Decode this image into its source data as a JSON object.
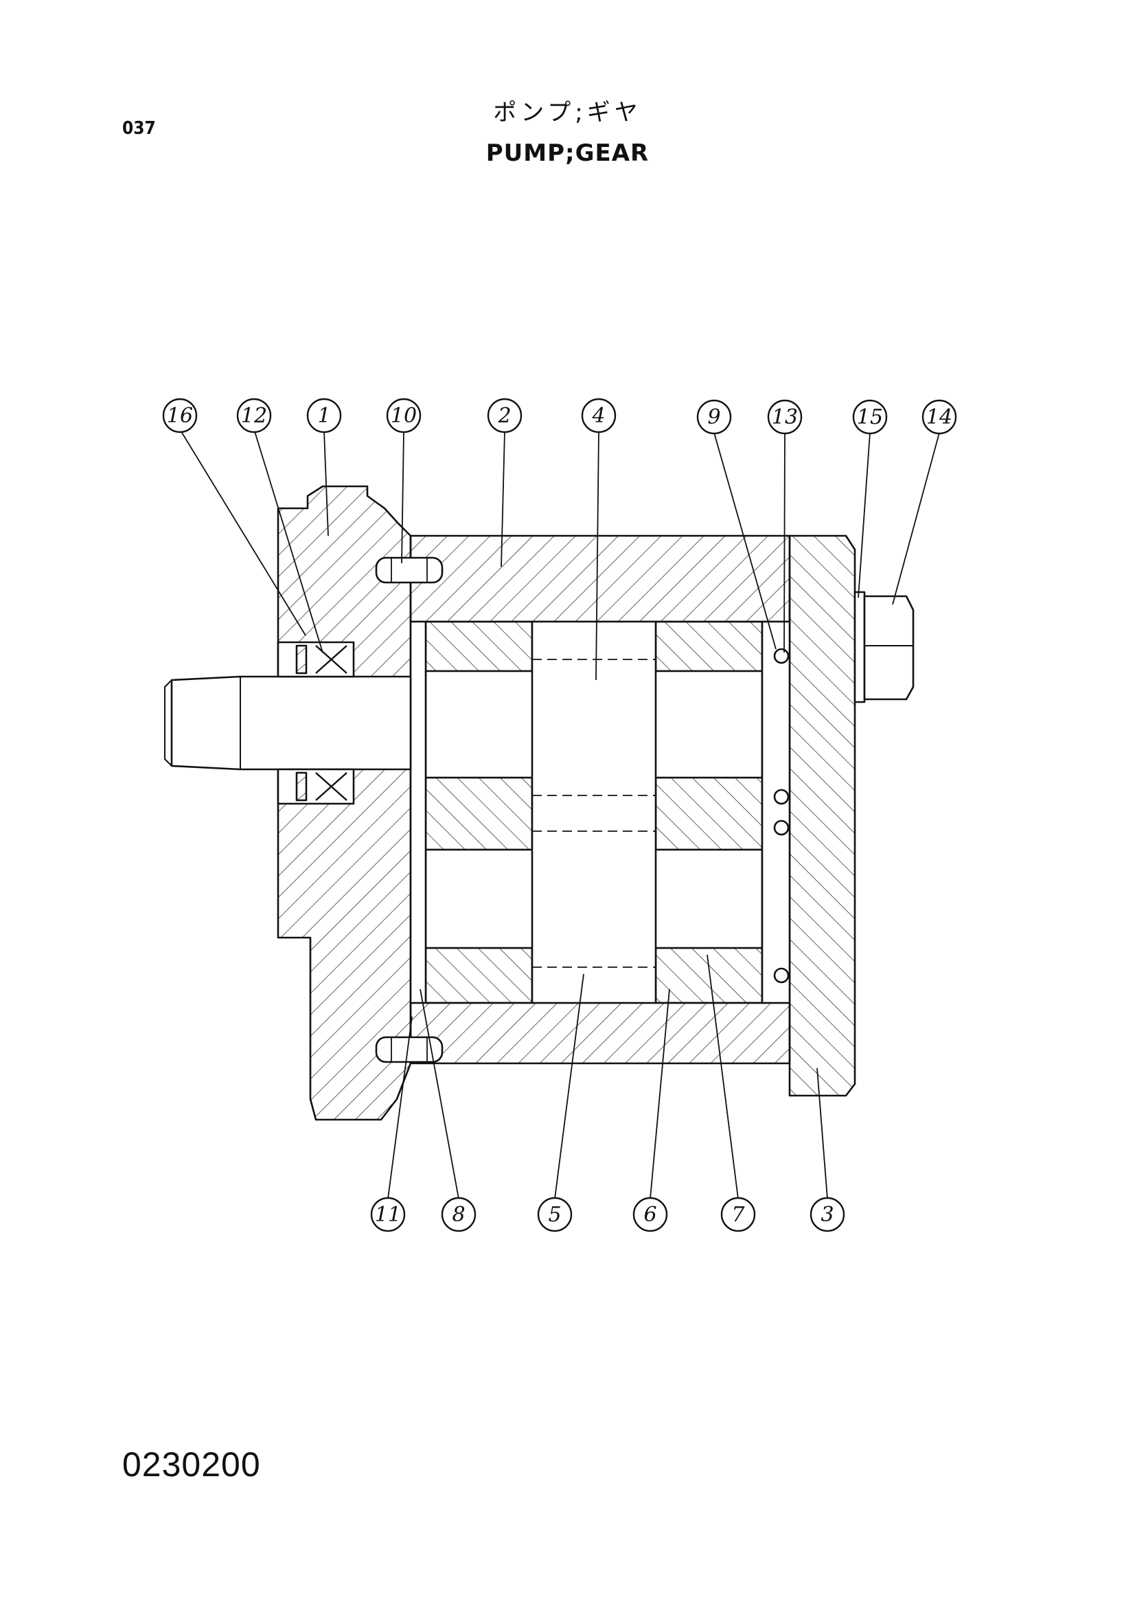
{
  "header": {
    "page_number": "037",
    "title_jp": "ポンプ;ギヤ",
    "title_en": "PUMP;GEAR"
  },
  "footer": {
    "drawing_code": "0230200"
  },
  "callouts": [
    {
      "label": "16"
    },
    {
      "label": "12"
    },
    {
      "label": "1"
    },
    {
      "label": "10"
    },
    {
      "label": "2"
    },
    {
      "label": "4"
    },
    {
      "label": "9"
    },
    {
      "label": "13"
    },
    {
      "label": "15"
    },
    {
      "label": "14"
    },
    {
      "label": "11"
    },
    {
      "label": "8"
    },
    {
      "label": "5"
    },
    {
      "label": "6"
    },
    {
      "label": "7"
    },
    {
      "label": "3"
    }
  ]
}
